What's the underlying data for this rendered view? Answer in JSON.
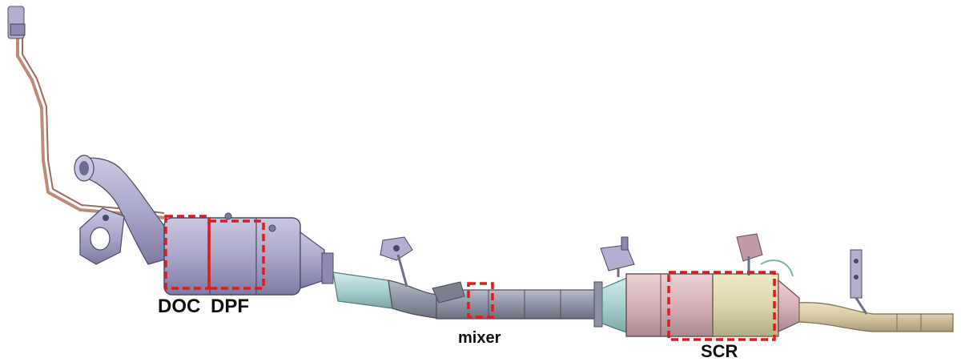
{
  "labels": {
    "doc": "DOC",
    "dpf": "DPF",
    "mixer": "mixer",
    "scr": "SCR"
  },
  "colors": {
    "highlight_box": "#e01b1b",
    "pipe_copper": "#c08a7a",
    "canister_lavender": "#a9a6c9",
    "canister_pink": "#d6b2b8",
    "canister_tan": "#ddd6ae",
    "pipe_grey": "#8e93a3",
    "bellows_teal": "#a8cfd0",
    "outlet_tan": "#d7c7a2"
  },
  "components": [
    "sensor-line",
    "inlet-elbow",
    "mounting-bracket",
    "doc-canister",
    "dpf-canister",
    "flexible-bellows",
    "mixer-pipe",
    "scr-canister",
    "outlet-pipe",
    "hanger-brackets"
  ]
}
